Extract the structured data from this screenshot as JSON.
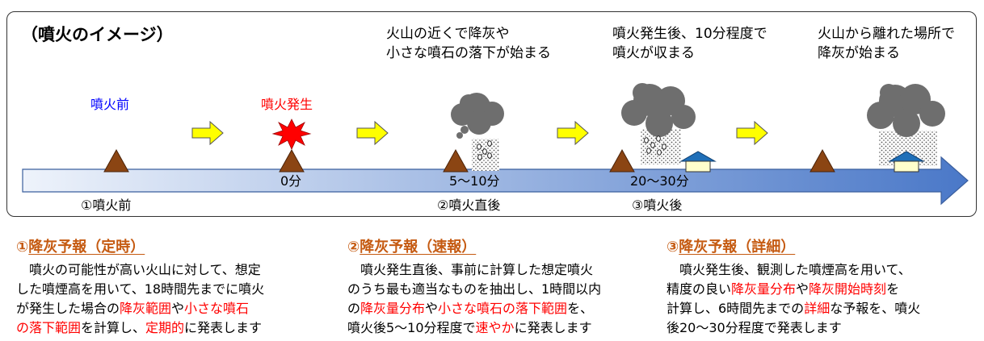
{
  "diagram": {
    "title": "（噴火のイメージ）",
    "top_labels": [
      [
        "火山の近くで降灰や",
        "小さな噴石の落下が始まる"
      ],
      [
        "噴火発生後、10分程度で",
        "噴火が収まる"
      ],
      [
        "火山から離れた場所で",
        "降灰が始まる"
      ]
    ],
    "stage_before": "噴火前",
    "stage_eruption": "噴火発生",
    "times": [
      "0分",
      "5～10分",
      "20～30分"
    ],
    "phases": [
      "①噴火前",
      "②噴火直後",
      "③噴火後"
    ],
    "colors": {
      "before_label": "#0000ff",
      "eruption_label": "#ff0000",
      "volcano": "#8b4513",
      "step_arrow": "#ffff00",
      "timeline_start": "#eef3fb",
      "timeline_end": "#4a78c8",
      "cloud": "#6e6e6e",
      "house_roof": "#1f6fb8",
      "house_wall": "#ffffcc"
    }
  },
  "sections": [
    {
      "title_num": "①",
      "title_text": "降灰予報（定時）",
      "lines": [
        [
          {
            "t": "　噴火の可能性が高い火山に対して、想定",
            "hl": false
          }
        ],
        [
          {
            "t": "した噴煙高を用いて、18時間先までに噴火",
            "hl": false
          }
        ],
        [
          {
            "t": "が発生した場合の",
            "hl": false
          },
          {
            "t": "降灰範囲",
            "hl": true
          },
          {
            "t": "や",
            "hl": false
          },
          {
            "t": "小さな噴石",
            "hl": true
          }
        ],
        [
          {
            "t": "の落下範囲",
            "hl": true
          },
          {
            "t": "を計算し、",
            "hl": false
          },
          {
            "t": "定期的",
            "hl": true
          },
          {
            "t": "に発表します",
            "hl": false
          }
        ]
      ]
    },
    {
      "title_num": "②",
      "title_text": "降灰予報（速報）",
      "lines": [
        [
          {
            "t": "　噴火発生直後、事前に計算した想定噴火",
            "hl": false
          }
        ],
        [
          {
            "t": "のうち最も適当なものを抽出し、1時間以内",
            "hl": false
          }
        ],
        [
          {
            "t": "の",
            "hl": false
          },
          {
            "t": "降灰量分布",
            "hl": true
          },
          {
            "t": "や",
            "hl": false
          },
          {
            "t": "小さな噴石の落下範囲",
            "hl": true
          },
          {
            "t": "を、",
            "hl": false
          }
        ],
        [
          {
            "t": "噴火後5～10分程度で",
            "hl": false
          },
          {
            "t": "速やか",
            "hl": true
          },
          {
            "t": "に発表します",
            "hl": false
          }
        ]
      ]
    },
    {
      "title_num": "③",
      "title_text": "降灰予報（詳細）",
      "lines": [
        [
          {
            "t": "　噴火発生後、観測した噴煙高を用いて、",
            "hl": false
          }
        ],
        [
          {
            "t": "精度の良い",
            "hl": false
          },
          {
            "t": "降灰量分布",
            "hl": true
          },
          {
            "t": "や",
            "hl": false
          },
          {
            "t": "降灰開始時刻",
            "hl": true
          },
          {
            "t": "を",
            "hl": false
          }
        ],
        [
          {
            "t": "計算し、6時間先までの",
            "hl": false
          },
          {
            "t": "詳細",
            "hl": true
          },
          {
            "t": "な予報を、噴火",
            "hl": false
          }
        ],
        [
          {
            "t": "後20～30分程度で発表します",
            "hl": false
          }
        ]
      ]
    }
  ]
}
